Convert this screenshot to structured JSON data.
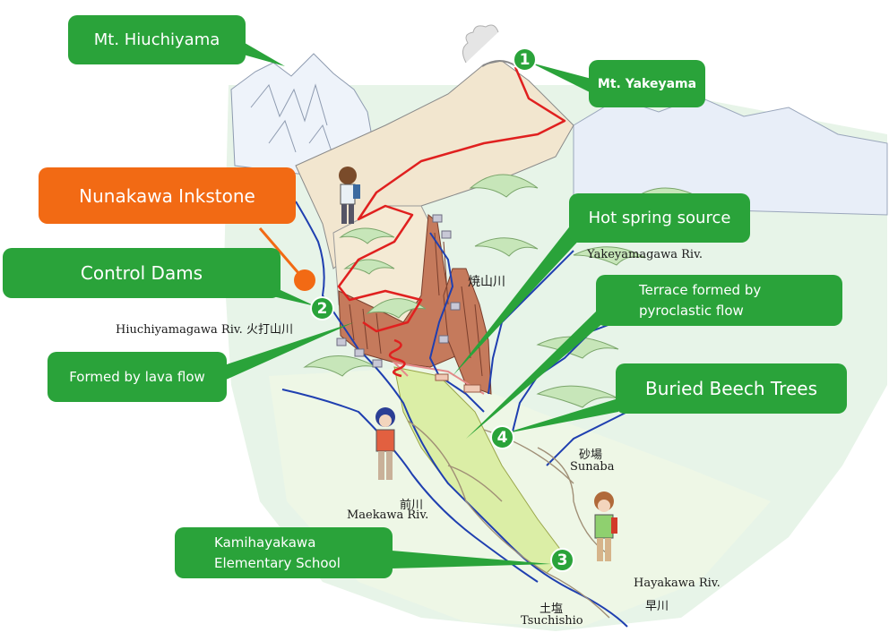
{
  "colors": {
    "callout_green": "#2aa33a",
    "callout_orange": "#f26a14",
    "lava_brown": "#b5664a",
    "trail_red": "#e0201f",
    "river_blue": "#1f3fb0",
    "terrace_green": "#dbeea6"
  },
  "callouts": {
    "mt_hiuchiyama": "Mt. Hiuchiyama",
    "mt_yakeyama": "Mt. Yakeyama",
    "nunakawa_inkstone": "Nunakawa Inkstone",
    "control_dams": "Control Dams",
    "formed_by_lava_flow": "Formed by lava flow",
    "hot_spring_source": "Hot spring source",
    "terrace_line1": "Terrace formed by",
    "terrace_line2": "pyroclastic flow",
    "buried_beech_trees": "Buried Beech Trees",
    "school_line1": "Kamihayakawa",
    "school_line2": "Elementary School"
  },
  "markers": [
    "1",
    "2",
    "3",
    "4"
  ],
  "map_labels": {
    "yakeyamagawa_riv": "Yakeyamagawa Riv.",
    "yakeyamagawa_jp": "焼山川",
    "hiuchiyamagawa": "Hiuchiyamagawa Riv. 火打山川",
    "maekawa_jp": "前川",
    "maekawa_riv": "Maekawa Riv.",
    "sunaba_jp": "砂場",
    "sunaba": "Sunaba",
    "hayakawa_riv": "Hayakawa Riv.",
    "hayakawa_jp": "早川",
    "tsuchishio_jp": "土塩",
    "tsuchishio": "Tsuchishio"
  }
}
